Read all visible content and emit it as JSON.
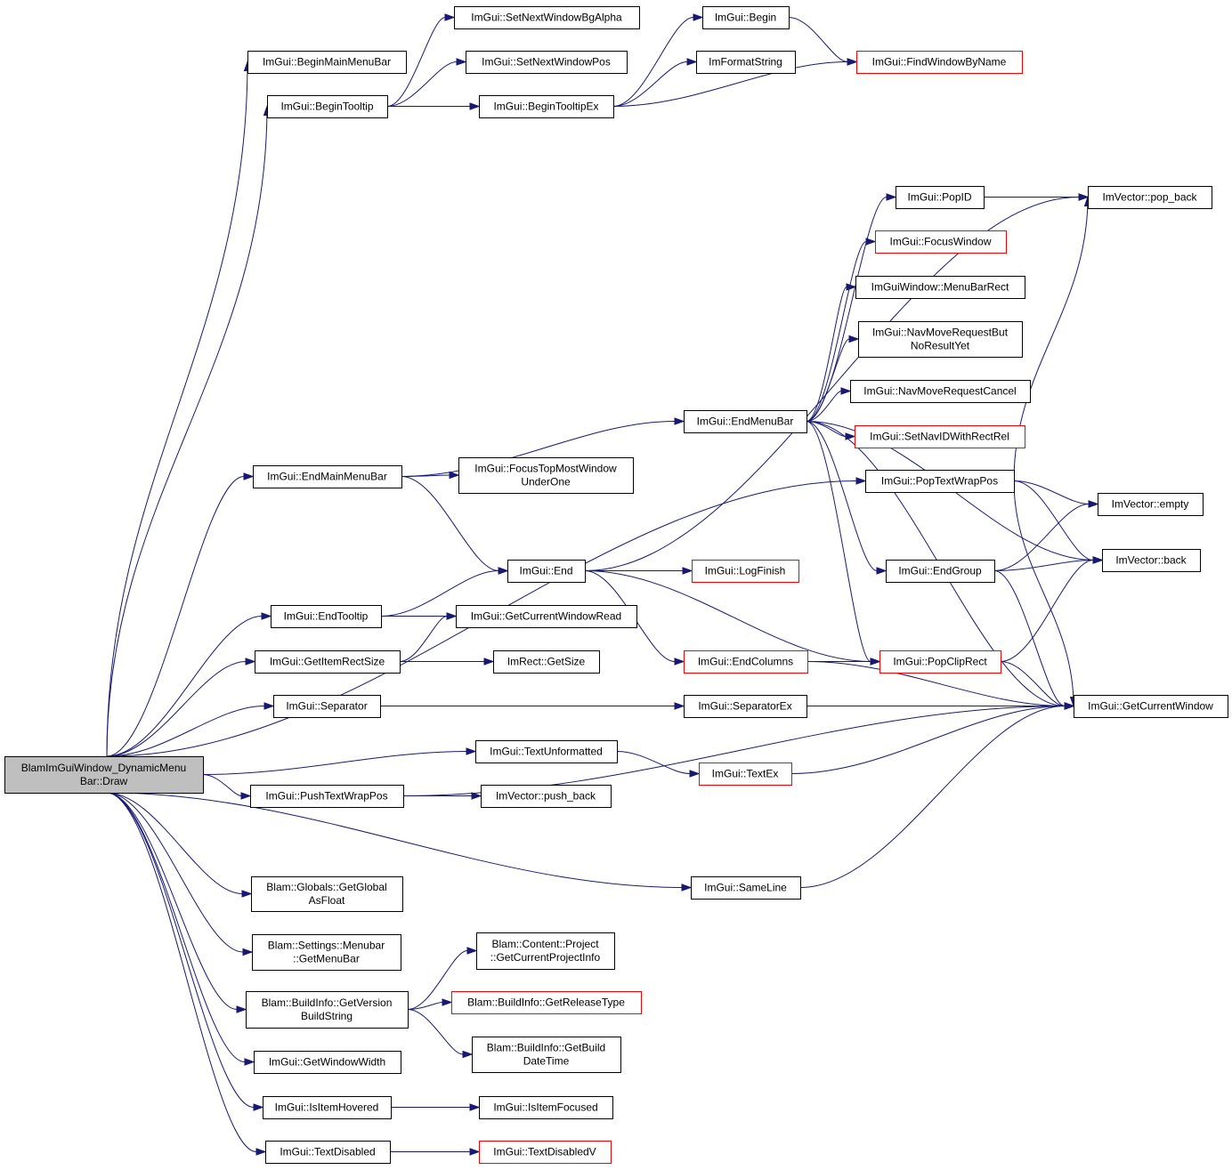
{
  "colors": {
    "edge": "#191970",
    "node_border_normal": "#000000",
    "node_border_truncated": "#ff0000",
    "node_fill": "#ffffff",
    "root_fill": "#bfbfbf"
  },
  "nodes": [
    {
      "id": "root",
      "lines": [
        "BlamImGuiWindow_DynamicMenu",
        "Bar::Draw"
      ],
      "style": "root"
    },
    {
      "id": "beginmainmenubar",
      "lines": [
        "ImGui::BeginMainMenuBar"
      ],
      "style": "normal"
    },
    {
      "id": "begintooltip",
      "lines": [
        "ImGui::BeginTooltip"
      ],
      "style": "normal"
    },
    {
      "id": "setnextwindowbgalpha",
      "lines": [
        "ImGui::SetNextWindowBgAlpha"
      ],
      "style": "normal"
    },
    {
      "id": "setnextwindowpos",
      "lines": [
        "ImGui::SetNextWindowPos"
      ],
      "style": "normal"
    },
    {
      "id": "begintooltipex",
      "lines": [
        "ImGui::BeginTooltipEx"
      ],
      "style": "normal"
    },
    {
      "id": "begin",
      "lines": [
        "ImGui::Begin"
      ],
      "style": "normal"
    },
    {
      "id": "imformatstring",
      "lines": [
        "ImFormatString"
      ],
      "style": "normal"
    },
    {
      "id": "findwindowbyname",
      "lines": [
        "ImGui::FindWindowByName"
      ],
      "style": "truncated"
    },
    {
      "id": "popid",
      "lines": [
        "ImGui::PopID"
      ],
      "style": "normal"
    },
    {
      "id": "popback",
      "lines": [
        "ImVector::pop_back"
      ],
      "style": "normal"
    },
    {
      "id": "focuswindow",
      "lines": [
        "ImGui::FocusWindow"
      ],
      "style": "truncated"
    },
    {
      "id": "menubarrect",
      "lines": [
        "ImGuiWindow::MenuBarRect"
      ],
      "style": "normal"
    },
    {
      "id": "navmovereqbut",
      "lines": [
        "ImGui::NavMoveRequestBut",
        "NoResultYet"
      ],
      "style": "normal"
    },
    {
      "id": "navmovereqcancel",
      "lines": [
        "ImGui::NavMoveRequestCancel"
      ],
      "style": "normal"
    },
    {
      "id": "endmenubar",
      "lines": [
        "ImGui::EndMenuBar"
      ],
      "style": "normal"
    },
    {
      "id": "setnavid",
      "lines": [
        "ImGui::SetNavIDWithRectRel"
      ],
      "style": "truncated"
    },
    {
      "id": "endmainmenubar",
      "lines": [
        "ImGui::EndMainMenuBar"
      ],
      "style": "normal"
    },
    {
      "id": "focustopmost",
      "lines": [
        "ImGui::FocusTopMostWindow",
        "UnderOne"
      ],
      "style": "normal"
    },
    {
      "id": "poptextwrappos",
      "lines": [
        "ImGui::PopTextWrapPos"
      ],
      "style": "normal"
    },
    {
      "id": "empty",
      "lines": [
        "ImVector::empty"
      ],
      "style": "normal"
    },
    {
      "id": "end",
      "lines": [
        "ImGui::End"
      ],
      "style": "normal"
    },
    {
      "id": "logfinish",
      "lines": [
        "ImGui::LogFinish"
      ],
      "style": "truncated"
    },
    {
      "id": "endgroup",
      "lines": [
        "ImGui::EndGroup"
      ],
      "style": "normal"
    },
    {
      "id": "back",
      "lines": [
        "ImVector::back"
      ],
      "style": "normal"
    },
    {
      "id": "endtooltip",
      "lines": [
        "ImGui::EndTooltip"
      ],
      "style": "normal"
    },
    {
      "id": "getcurrentwindowread",
      "lines": [
        "ImGui::GetCurrentWindowRead"
      ],
      "style": "normal"
    },
    {
      "id": "getitemrectsize",
      "lines": [
        "ImGui::GetItemRectSize"
      ],
      "style": "normal"
    },
    {
      "id": "getsize",
      "lines": [
        "ImRect::GetSize"
      ],
      "style": "normal"
    },
    {
      "id": "endcolumns",
      "lines": [
        "ImGui::EndColumns"
      ],
      "style": "truncated"
    },
    {
      "id": "popcliprect",
      "lines": [
        "ImGui::PopClipRect"
      ],
      "style": "truncated"
    },
    {
      "id": "separator",
      "lines": [
        "ImGui::Separator"
      ],
      "style": "normal"
    },
    {
      "id": "separatorex",
      "lines": [
        "ImGui::SeparatorEx"
      ],
      "style": "normal"
    },
    {
      "id": "getcurrentwindow",
      "lines": [
        "ImGui::GetCurrentWindow"
      ],
      "style": "normal"
    },
    {
      "id": "textunformatted",
      "lines": [
        "ImGui::TextUnformatted"
      ],
      "style": "normal"
    },
    {
      "id": "textex",
      "lines": [
        "ImGui::TextEx"
      ],
      "style": "truncated"
    },
    {
      "id": "pushtextwrappos",
      "lines": [
        "ImGui::PushTextWrapPos"
      ],
      "style": "normal"
    },
    {
      "id": "pushback",
      "lines": [
        "ImVector::push_back"
      ],
      "style": "normal"
    },
    {
      "id": "getglobalasfloat",
      "lines": [
        "Blam::Globals::GetGlobal",
        "AsFloat"
      ],
      "style": "normal"
    },
    {
      "id": "sameline",
      "lines": [
        "ImGui::SameLine"
      ],
      "style": "normal"
    },
    {
      "id": "getmenubar",
      "lines": [
        "Blam::Settings::Menubar",
        "::GetMenuBar"
      ],
      "style": "normal"
    },
    {
      "id": "getcurrentprojectinfo",
      "lines": [
        "Blam::Content::Project",
        "::GetCurrentProjectInfo"
      ],
      "style": "normal"
    },
    {
      "id": "getversionbuildstring",
      "lines": [
        "Blam::BuildInfo::GetVersion",
        "BuildString"
      ],
      "style": "normal"
    },
    {
      "id": "getreleasetype",
      "lines": [
        "Blam::BuildInfo::GetReleaseType"
      ],
      "style": "truncated"
    },
    {
      "id": "getbuilddatetime",
      "lines": [
        "Blam::BuildInfo::GetBuild",
        "DateTime"
      ],
      "style": "normal"
    },
    {
      "id": "getwindowwidth",
      "lines": [
        "ImGui::GetWindowWidth"
      ],
      "style": "normal"
    },
    {
      "id": "isitemhovered",
      "lines": [
        "ImGui::IsItemHovered"
      ],
      "style": "normal"
    },
    {
      "id": "isitemfocused",
      "lines": [
        "ImGui::IsItemFocused"
      ],
      "style": "normal"
    },
    {
      "id": "textdisabled",
      "lines": [
        "ImGui::TextDisabled"
      ],
      "style": "normal"
    },
    {
      "id": "textdisabledv",
      "lines": [
        "ImGui::TextDisabledV"
      ],
      "style": "truncated"
    }
  ],
  "edges": [
    [
      "root",
      "beginmainmenubar"
    ],
    [
      "root",
      "begintooltip"
    ],
    [
      "root",
      "endmainmenubar"
    ],
    [
      "root",
      "poptextwrappos"
    ],
    [
      "root",
      "endtooltip"
    ],
    [
      "root",
      "getitemrectsize"
    ],
    [
      "root",
      "separator"
    ],
    [
      "root",
      "textunformatted"
    ],
    [
      "root",
      "pushtextwrappos"
    ],
    [
      "root",
      "sameline"
    ],
    [
      "root",
      "getglobalasfloat"
    ],
    [
      "root",
      "getmenubar"
    ],
    [
      "root",
      "getversionbuildstring"
    ],
    [
      "root",
      "getwindowwidth"
    ],
    [
      "root",
      "isitemhovered"
    ],
    [
      "root",
      "textdisabled"
    ],
    [
      "begintooltip",
      "setnextwindowbgalpha"
    ],
    [
      "begintooltip",
      "setnextwindowpos"
    ],
    [
      "begintooltip",
      "begintooltipex"
    ],
    [
      "begintooltipex",
      "begin"
    ],
    [
      "begintooltipex",
      "imformatstring"
    ],
    [
      "begintooltipex",
      "findwindowbyname"
    ],
    [
      "begin",
      "findwindowbyname"
    ],
    [
      "endmainmenubar",
      "endmenubar"
    ],
    [
      "endmainmenubar",
      "focustopmost"
    ],
    [
      "endmainmenubar",
      "end"
    ],
    [
      "endmenubar",
      "popid"
    ],
    [
      "endmenubar",
      "focuswindow"
    ],
    [
      "endmenubar",
      "menubarrect"
    ],
    [
      "endmenubar",
      "navmovereqbut"
    ],
    [
      "endmenubar",
      "navmovereqcancel"
    ],
    [
      "endmenubar",
      "setnavid"
    ],
    [
      "endmenubar",
      "endgroup"
    ],
    [
      "endmenubar",
      "back"
    ],
    [
      "endmenubar",
      "popcliprect"
    ],
    [
      "endmenubar",
      "getcurrentwindow"
    ],
    [
      "popid",
      "popback"
    ],
    [
      "end",
      "popback"
    ],
    [
      "end",
      "logfinish"
    ],
    [
      "end",
      "endcolumns"
    ],
    [
      "end",
      "popcliprect"
    ],
    [
      "poptextwrappos",
      "popback"
    ],
    [
      "poptextwrappos",
      "empty"
    ],
    [
      "poptextwrappos",
      "back"
    ],
    [
      "poptextwrappos",
      "getcurrentwindow"
    ],
    [
      "endgroup",
      "empty"
    ],
    [
      "endgroup",
      "back"
    ],
    [
      "endgroup",
      "getcurrentwindow"
    ],
    [
      "endtooltip",
      "end"
    ],
    [
      "endtooltip",
      "getcurrentwindowread"
    ],
    [
      "getitemrectsize",
      "getcurrentwindowread"
    ],
    [
      "getitemrectsize",
      "getsize"
    ],
    [
      "endcolumns",
      "popcliprect"
    ],
    [
      "endcolumns",
      "getcurrentwindow"
    ],
    [
      "popcliprect",
      "back"
    ],
    [
      "popcliprect",
      "getcurrentwindow"
    ],
    [
      "separator",
      "separatorex"
    ],
    [
      "separatorex",
      "getcurrentwindow"
    ],
    [
      "textunformatted",
      "textex"
    ],
    [
      "textex",
      "getcurrentwindow"
    ],
    [
      "pushtextwrappos",
      "pushback"
    ],
    [
      "pushtextwrappos",
      "getcurrentwindow"
    ],
    [
      "sameline",
      "getcurrentwindow"
    ],
    [
      "getversionbuildstring",
      "getcurrentprojectinfo"
    ],
    [
      "getversionbuildstring",
      "getreleasetype"
    ],
    [
      "getversionbuildstring",
      "getbuilddatetime"
    ],
    [
      "isitemhovered",
      "isitemfocused"
    ],
    [
      "textdisabled",
      "textdisabledv"
    ]
  ]
}
